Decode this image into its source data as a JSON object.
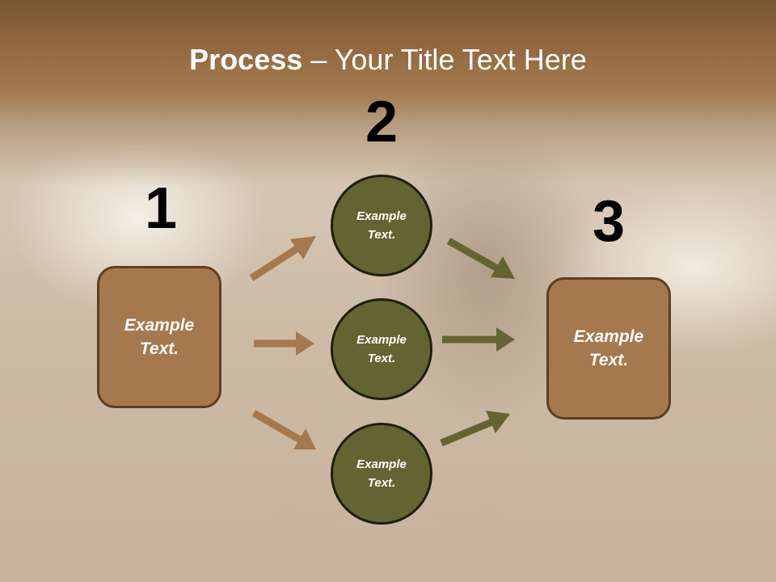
{
  "title": {
    "bold": "Process",
    "dash": " – ",
    "rest": "Your Title Text Here"
  },
  "steps": {
    "one": {
      "number": "1",
      "label_line1": "Example",
      "label_line2": "Text."
    },
    "two": {
      "number": "2",
      "circles": [
        {
          "line1": "Example",
          "line2": "Text."
        },
        {
          "line1": "Example",
          "line2": "Text."
        },
        {
          "line1": "Example",
          "line2": "Text."
        }
      ]
    },
    "three": {
      "number": "3",
      "label_line1": "Example",
      "label_line2": "Text."
    }
  },
  "colors": {
    "box_fill": "#a6784d",
    "circle_fill": "#646432",
    "arrow_brown": "#a6784d",
    "arrow_olive": "#646432"
  }
}
